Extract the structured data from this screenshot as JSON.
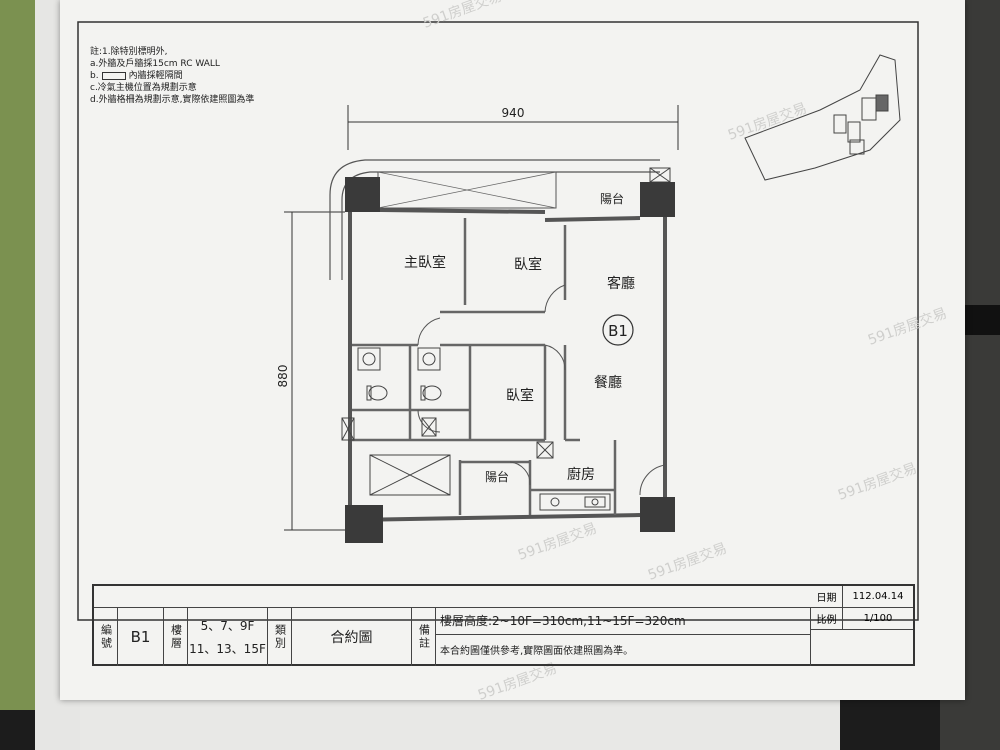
{
  "notes": {
    "n1": "註:1.除特別標明外,",
    "a": "a.外牆及戶牆採15cm RC WALL",
    "b_suffix": "內牆採輕隔間",
    "c": "c.冷氣主機位置為規劃示意",
    "d": "d.外牆格柵為規劃示意,實際依建照圖為準"
  },
  "plan": {
    "dim_width": "940",
    "dim_height": "880",
    "unit_badge": "B1",
    "rooms": {
      "master_bedroom": "主臥室",
      "bedroom_1": "臥室",
      "bedroom_2": "臥室",
      "living": "客廳",
      "dining": "餐廳",
      "kitchen": "廚房",
      "balcony_top": "陽台",
      "balcony_rear": "陽台"
    }
  },
  "title_block": {
    "unit_label": "編號",
    "unit_value": "B1",
    "floor_label": "樓層",
    "floor_line1": "5、7、9F",
    "floor_line2": "11、13、15F",
    "type_label": "類別",
    "type_value": "合約圖",
    "remark_label": "備註",
    "height_note": "樓層高度:2~10F=310cm,11~15F=320cm",
    "reference_note": "本合約圖僅供參考,實際圖面依建照圖為準。",
    "date_label": "日期",
    "date_value": "112.04.14",
    "scale_label": "比例",
    "scale_value": "1/100"
  },
  "watermark": "591房屋交易"
}
